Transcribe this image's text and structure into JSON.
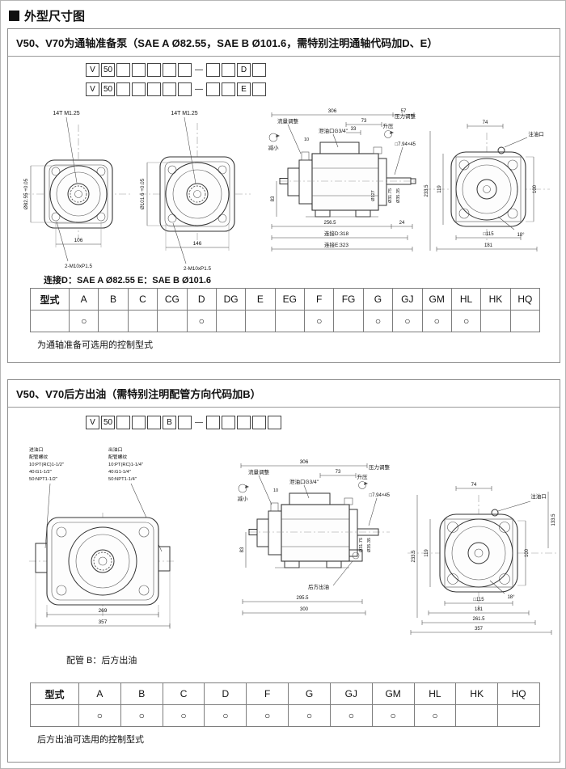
{
  "page": {
    "title": "外型尺寸图"
  },
  "s1": {
    "title": "V50、V70为通轴准备泵（SAE A Ø82.55，SAE B Ø101.6，需特别注明通轴代码加D、E）",
    "code1": [
      "V",
      "50",
      "",
      "",
      "",
      "",
      "",
      "—",
      "",
      "",
      "D",
      ""
    ],
    "code2": [
      "V",
      "50",
      "",
      "",
      "",
      "",
      "",
      "—",
      "",
      "",
      "E",
      ""
    ],
    "front1": {
      "spline": "14T M1.25",
      "dia": "Ø82.55 +0.05",
      "pitch": "106",
      "bolt": "2-M10xP1.5"
    },
    "front2": {
      "spline": "14T M1.25",
      "dia": "Ø101.6 +0.05",
      "pitch": "146",
      "bolt": "2-M10xP1.5"
    },
    "conn_note": "连接D：SAE A Ø82.55   E：SAE B Ø101.6",
    "side": {
      "flow": "流量调整",
      "decrease": "减小",
      "drain": "泄油口G3/4\"",
      "boost": "升压",
      "pressure": "压力调整",
      "key": "□7.94×45",
      "d306": "306",
      "d73": "73",
      "d33": "33",
      "d57": "57",
      "d10": "10",
      "d83": "83",
      "dia1": "Ø31.75",
      "dia2": "Ø35.35",
      "dia3": "Ø127",
      "d24": "24",
      "d2565": "256.5",
      "connD": "连接D:318",
      "connE": "连接E:323"
    },
    "rear": {
      "d74": "74",
      "port": "注油口",
      "d119": "119",
      "d2335": "233.5",
      "d100": "100",
      "ang": "18°",
      "sq": "□115",
      "d181": "181"
    },
    "table": {
      "headers": [
        "型式",
        "A",
        "B",
        "C",
        "CG",
        "D",
        "DG",
        "E",
        "EG",
        "F",
        "FG",
        "G",
        "GJ",
        "GM",
        "HL",
        "HK",
        "HQ"
      ],
      "marks": [
        "",
        "○",
        "",
        "",
        "",
        "○",
        "",
        "",
        "",
        "○",
        "",
        "○",
        "○",
        "○",
        "○",
        "",
        ""
      ]
    },
    "note": "为通轴准备可选用的控制型式"
  },
  "s2": {
    "title": "V50、V70后方出油（需特别注明配管方向代码加B）",
    "code": [
      "V",
      "50",
      "",
      "",
      "",
      "B",
      "",
      "—",
      "",
      "",
      "",
      "",
      ""
    ],
    "inlet": [
      "进油口",
      "配管螺纹",
      "10:PT(RC)1-1/2\"",
      "40:G1-1/2\"",
      "50:NPT1-1/2\""
    ],
    "outlet": [
      "出油口",
      "配管螺纹",
      "10:PT(RC)1-1/4\"",
      "40:G1-1/4\"",
      "50:NPT1-1/4\""
    ],
    "front": {
      "d269": "269",
      "d357": "357"
    },
    "pipe_note": "配管 B：后方出油",
    "side": {
      "flow": "流量调整",
      "decrease": "减小",
      "drain": "泄油口G3/4\"",
      "boost": "升压",
      "pressure": "压力调整",
      "key": "□7.94×45",
      "d306": "306",
      "d73": "73",
      "d10": "10",
      "d83": "83",
      "dia1": "Ø31.75",
      "dia2": "Ø35.35",
      "rear_out": "后方出油",
      "d2955": "295.5",
      "d300": "300"
    },
    "rear": {
      "d74": "74",
      "port": "注油口",
      "d1335": "133.5",
      "d119": "119",
      "d2335": "233.5",
      "d100": "100",
      "ang": "18°",
      "sq": "□115",
      "d181": "181",
      "d2615": "261.5",
      "d357": "357"
    },
    "table": {
      "headers": [
        "型式",
        "A",
        "B",
        "C",
        "D",
        "F",
        "G",
        "GJ",
        "GM",
        "HL",
        "HK",
        "HQ"
      ],
      "marks": [
        "",
        "○",
        "○",
        "○",
        "○",
        "○",
        "○",
        "○",
        "○",
        "○",
        "",
        ""
      ]
    },
    "note": "后方出油可选用的控制型式"
  }
}
